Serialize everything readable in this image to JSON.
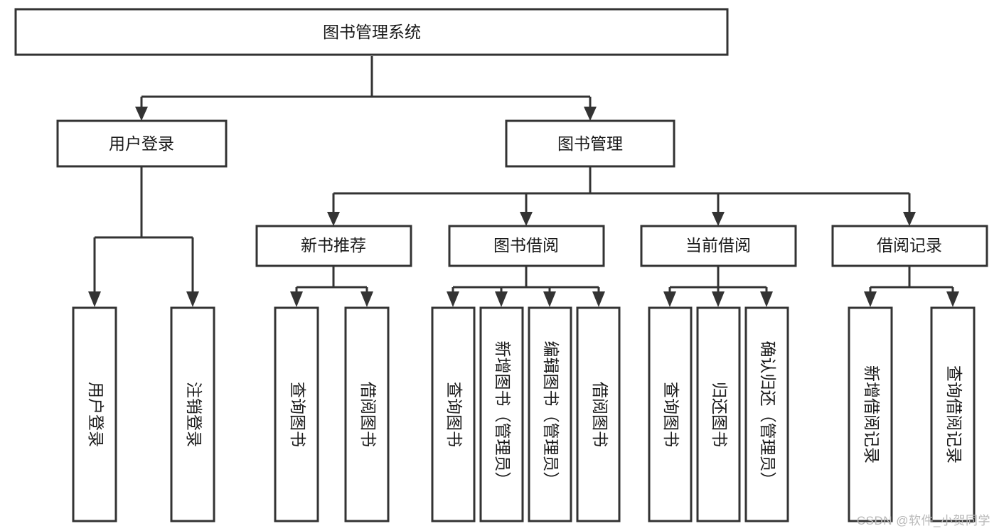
{
  "diagram": {
    "type": "tree-hierarchy-chart",
    "title": "图书管理系统",
    "watermark": "CSDN @软件_小贺同学",
    "colors": {
      "stroke": "#333333",
      "fill": "#ffffff",
      "text": "#1a1a1a",
      "watermark": "#b8b8b8"
    },
    "levels": [
      {
        "level": 1,
        "nodes": [
          {
            "id": "root",
            "label": "图书管理系统",
            "orientation": "horizontal"
          }
        ]
      },
      {
        "level": 2,
        "nodes": [
          {
            "id": "login",
            "label": "用户登录",
            "orientation": "horizontal",
            "parent": "root"
          },
          {
            "id": "bookmgmt",
            "label": "图书管理",
            "orientation": "horizontal",
            "parent": "root"
          }
        ]
      },
      {
        "level": 3,
        "nodes": [
          {
            "id": "newbook",
            "label": "新书推荐",
            "orientation": "horizontal",
            "parent": "bookmgmt"
          },
          {
            "id": "borrow",
            "label": "图书借阅",
            "orientation": "horizontal",
            "parent": "bookmgmt"
          },
          {
            "id": "current",
            "label": "当前借阅",
            "orientation": "horizontal",
            "parent": "bookmgmt"
          },
          {
            "id": "record",
            "label": "借阅记录",
            "orientation": "horizontal",
            "parent": "bookmgmt"
          }
        ]
      },
      {
        "level": 4,
        "nodes": [
          {
            "id": "leaf-1",
            "label": "用户登录",
            "orientation": "vertical",
            "parent": "login"
          },
          {
            "id": "leaf-2",
            "label": "注销登录",
            "orientation": "vertical",
            "parent": "login"
          },
          {
            "id": "leaf-3",
            "label": "查询图书",
            "orientation": "vertical",
            "parent": "newbook"
          },
          {
            "id": "leaf-4",
            "label": "借阅图书",
            "orientation": "vertical",
            "parent": "newbook"
          },
          {
            "id": "leaf-5",
            "label": "查询图书",
            "orientation": "vertical",
            "parent": "borrow"
          },
          {
            "id": "leaf-6",
            "label": "新增图书（管理员）",
            "orientation": "vertical",
            "parent": "borrow"
          },
          {
            "id": "leaf-7",
            "label": "编辑图书（管理员）",
            "orientation": "vertical",
            "parent": "borrow"
          },
          {
            "id": "leaf-8",
            "label": "借阅图书",
            "orientation": "vertical",
            "parent": "borrow"
          },
          {
            "id": "leaf-9",
            "label": "查询图书",
            "orientation": "vertical",
            "parent": "current"
          },
          {
            "id": "leaf-10",
            "label": "归还图书",
            "orientation": "vertical",
            "parent": "current"
          },
          {
            "id": "leaf-11",
            "label": "确认归还（管理员）",
            "orientation": "vertical",
            "parent": "current"
          },
          {
            "id": "leaf-12",
            "label": "新增借阅记录",
            "orientation": "vertical",
            "parent": "record"
          },
          {
            "id": "leaf-13",
            "label": "查询借阅记录",
            "orientation": "vertical",
            "parent": "record"
          }
        ]
      }
    ]
  }
}
